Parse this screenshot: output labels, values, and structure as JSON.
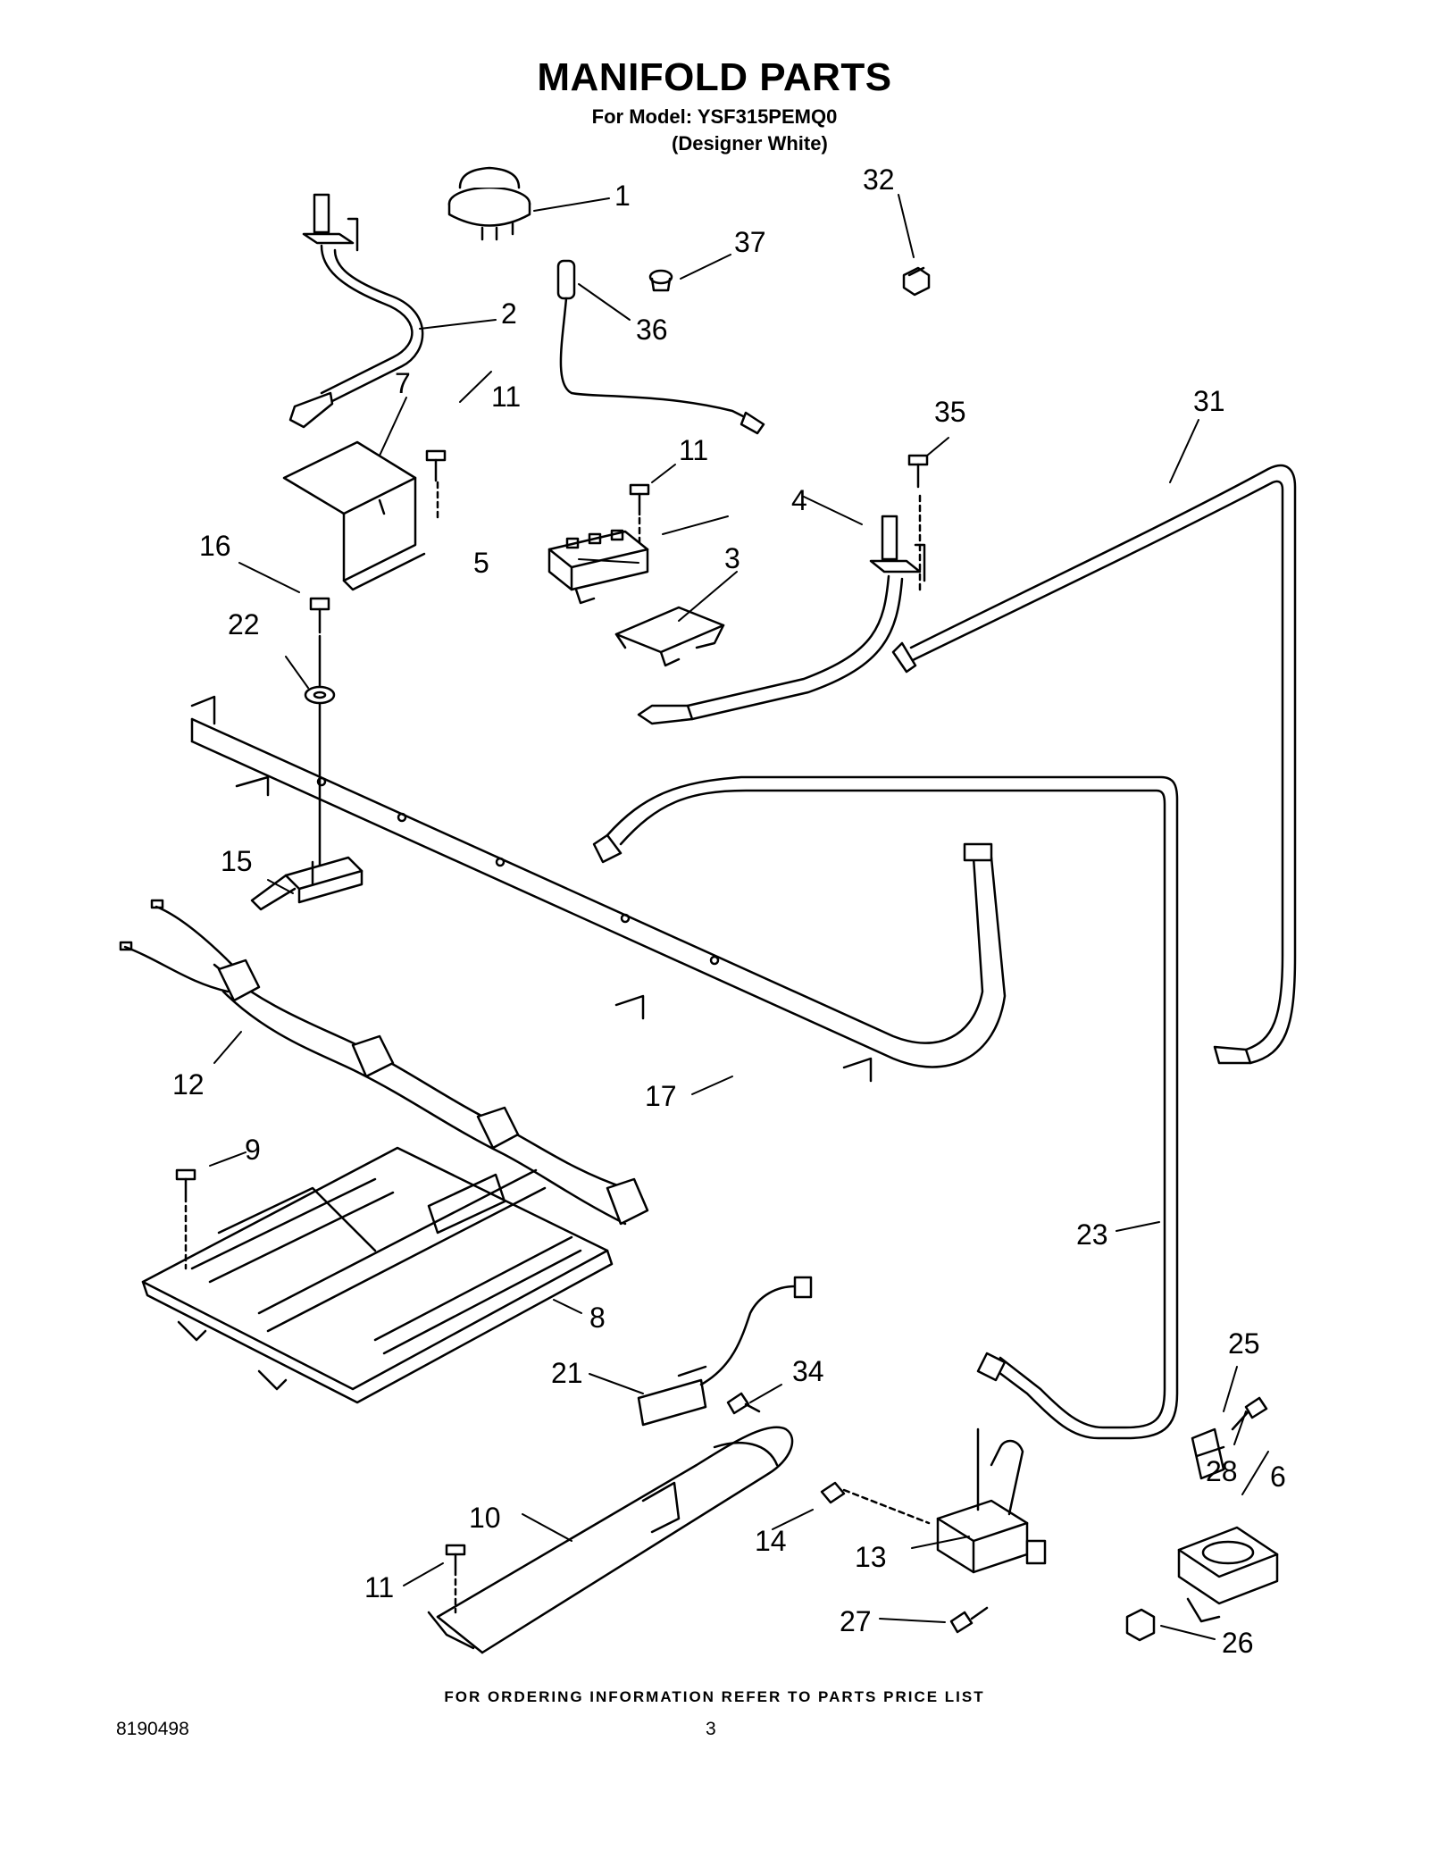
{
  "header": {
    "title": "MANIFOLD PARTS",
    "model_line": "For Model: YSF315PEMQ0",
    "finish_line": "(Designer White)"
  },
  "callouts": {
    "c1": "1",
    "c2": "2",
    "c3": "3",
    "c4": "4",
    "c5": "5",
    "c6": "6",
    "c7": "7",
    "c8": "8",
    "c9": "9",
    "c10": "10",
    "c11a": "11",
    "c11b": "11",
    "c11c": "11",
    "c12": "12",
    "c13": "13",
    "c14": "14",
    "c15": "15",
    "c16": "16",
    "c17": "17",
    "c21": "21",
    "c22": "22",
    "c23": "23",
    "c25": "25",
    "c26": "26",
    "c27": "27",
    "c28": "28",
    "c31": "31",
    "c32": "32",
    "c34": "34",
    "c35": "35",
    "c36": "36",
    "c37": "37"
  },
  "footer": {
    "order_info": "FOR ORDERING INFORMATION REFER TO PARTS PRICE LIST",
    "doc_number": "8190498",
    "page_number": "3"
  }
}
